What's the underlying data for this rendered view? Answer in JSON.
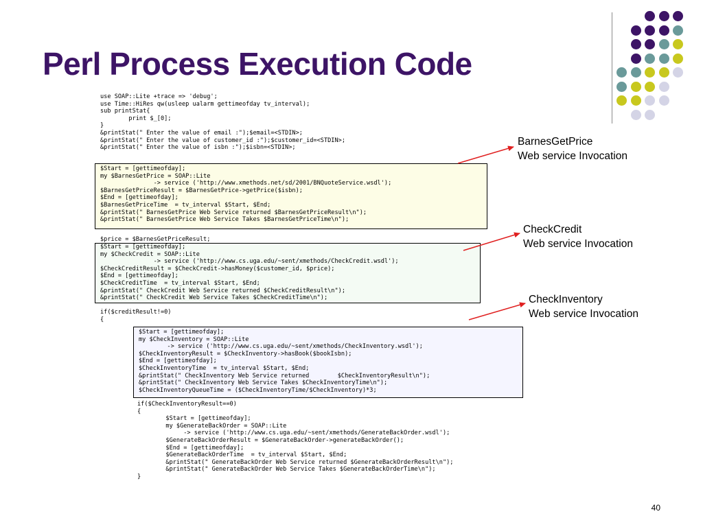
{
  "slide": {
    "title": "Perl Process Execution Code",
    "page_number": "40"
  },
  "colors": {
    "title": "#3d1466",
    "dot_purple": "#3d1466",
    "dot_teal": "#6a9a9a",
    "dot_olive": "#c8c81e",
    "dot_lavender": "#d4d4e6",
    "box1_fill": "#fdfde6",
    "box2_fill": "#f4fbf4",
    "box3_fill": "#f5f5ff",
    "arrow": "#e02020"
  },
  "code": {
    "header": "use SOAP::Lite +trace => 'debug';\nuse Time::HiRes qw(usleep ualarm gettimeofday tv_interval);\nsub printStat{\n        print $_[0];\n}\n&printStat(\" Enter the value of email :\");$email=<STDIN>;\n&printStat(\" Enter the value of customer_id :\");$customer_id=<STDIN>;\n&printStat(\" Enter the value of isbn :\");$isbn=<STDIN>;",
    "barnes_block": "$Start = [gettimeofday];\nmy $BarnesGetPrice = SOAP::Lite\n               -> service ('http://www.xmethods.net/sd/2001/BNQuoteService.wsdl');\n$BarnesGetPriceResult = $BarnesGetPrice->getPrice($isbn);\n$End = [gettimeofday];\n$BarnesGetPriceTime  = tv_interval $Start, $End;\n&printStat(\" BarnesGetPrice Web Service returned $BarnesGetPriceResult\\n\");\n&printStat(\" BarnesGetPrice Web Service Takes $BarnesGetPriceTime\\n\");",
    "price_line": "$price = $BarnesGetPriceResult;",
    "credit_block": "$Start = [gettimeofday];\nmy $CheckCredit = SOAP::Lite\n               -> service ('http://www.cs.uga.edu/~sent/xmethods/CheckCredit.wsdl');\n$CheckCreditResult = $CheckCredit->hasMoney($customer_id, $price);\n$End = [gettimeofday];\n$CheckCreditTime  = tv_interval $Start, $End;\n&printStat(\" CheckCredit Web Service returned $CheckCreditResult\\n\");\n&printStat(\" CheckCredit Web Service Takes $CheckCreditTime\\n\");",
    "if_credit": "if($creditResult!=0)\n{",
    "inventory_block": "$Start = [gettimeofday];\nmy $CheckInventory = SOAP::Lite\n        -> service ('http://www.cs.uga.edu/~sent/xmethods/CheckInventory.wsdl');\n$CheckInventoryResult = $CheckInventory->hasBook($bookIsbn);\n$End = [gettimeofday];\n$CheckInventoryTime  = tv_interval $Start, $End;\n&printStat(\" CheckInventory Web Service returned        $CheckInventoryResult\\n\");\n&printStat(\" CheckInventory Web Service Takes $CheckInventoryTime\\n\");\n$CheckInventoryQueueTime = ($CheckInventoryTime/$CheckInventory)*3;",
    "backorder_block": "if($CheckInventoryResult==0)\n{\n        $Start = [gettimeofday];\n        my $GenerateBackOrder = SOAP::Lite\n             -> service ('http://www.cs.uga.edu/~sent/xmethods/GenerateBackOrder.wsdl');\n        $GenerateBackOrderResult = $GenerateBackOrder->generateBackOrder();\n        $End = [gettimeofday];\n        $GenerateBackOrderTime  = tv_interval $Start, $End;\n        &printStat(\" GenerateBackOrder Web Service returned $GenerateBackOrderResult\\n\");\n        &printStat(\" GenerateBackOrder Web Service Takes $GenerateBackOrderTime\\n\");\n}"
  },
  "annotations": [
    {
      "line1": "BarnesGetPrice",
      "line2": "Web service Invocation"
    },
    {
      "line1": "CheckCredit",
      "line2": "Web service Invocation"
    },
    {
      "line1": "CheckInventory",
      "line2": "Web service Invocation"
    }
  ]
}
